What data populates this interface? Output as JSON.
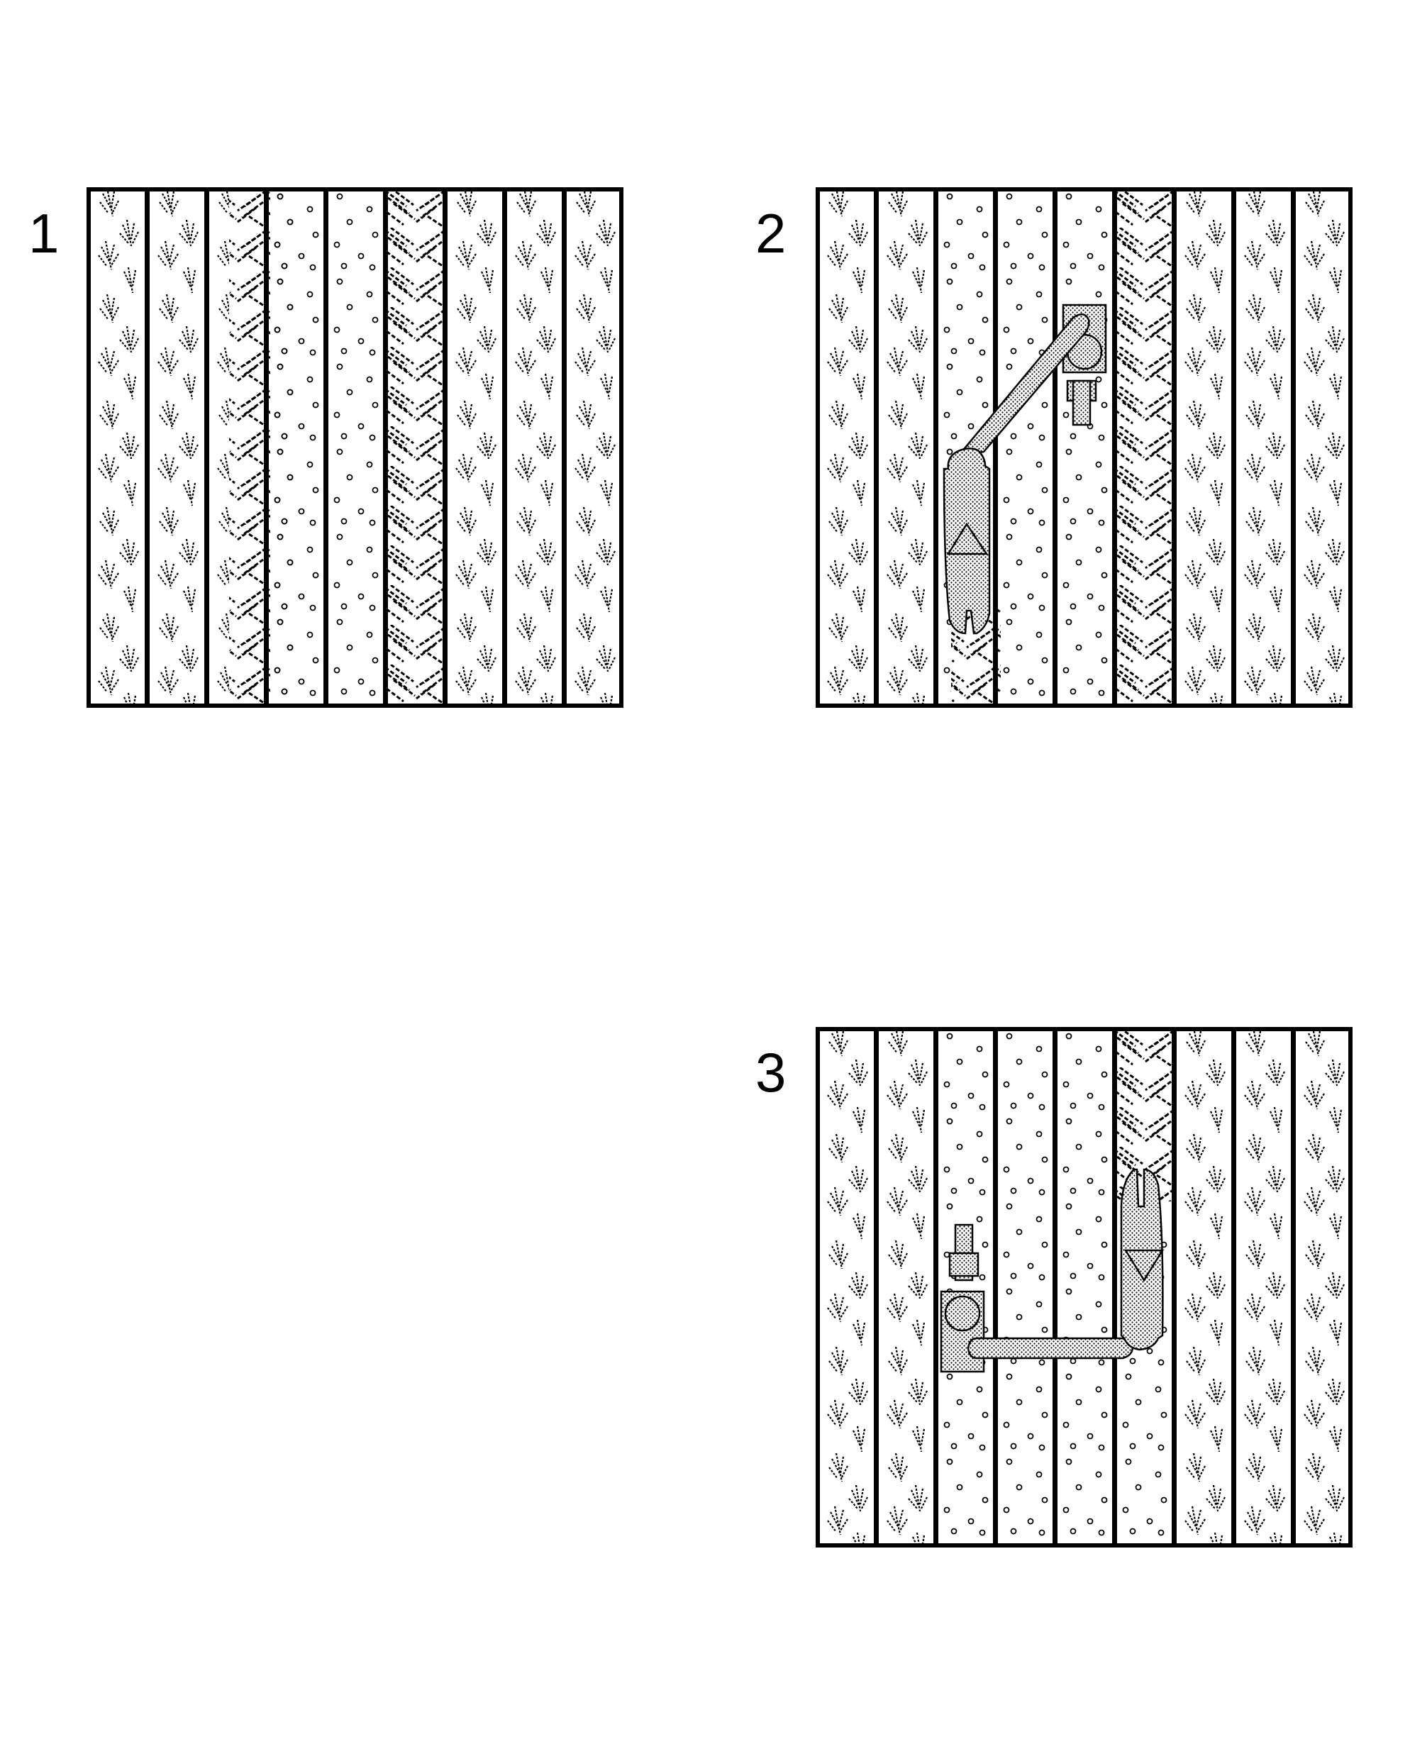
{
  "figure": {
    "background": "#ffffff",
    "ink": "#000000",
    "machine_fill": "#c8c8c8",
    "panels": [
      {
        "id": "1",
        "label": "1",
        "strips": [
          "crop",
          "crop",
          "crop-windrow-right",
          "stubble",
          "stubble",
          "windrow-left",
          "crop",
          "crop",
          "crop"
        ],
        "machines": []
      },
      {
        "id": "2",
        "label": "2",
        "strips": [
          "crop",
          "crop",
          "stubble",
          "stubble",
          "stubble",
          "windrow-left",
          "crop",
          "crop",
          "crop"
        ],
        "machines": [
          "combine-harvester-up",
          "grain-cart-diagonal-unload"
        ]
      },
      {
        "id": "3",
        "label": "3",
        "strips": [
          "crop",
          "crop",
          "stubble",
          "stubble",
          "stubble",
          "windrow-left",
          "crop",
          "crop",
          "crop"
        ],
        "machines": [
          "combine-harvester-down",
          "grain-cart-horizontal-unload"
        ]
      }
    ]
  }
}
